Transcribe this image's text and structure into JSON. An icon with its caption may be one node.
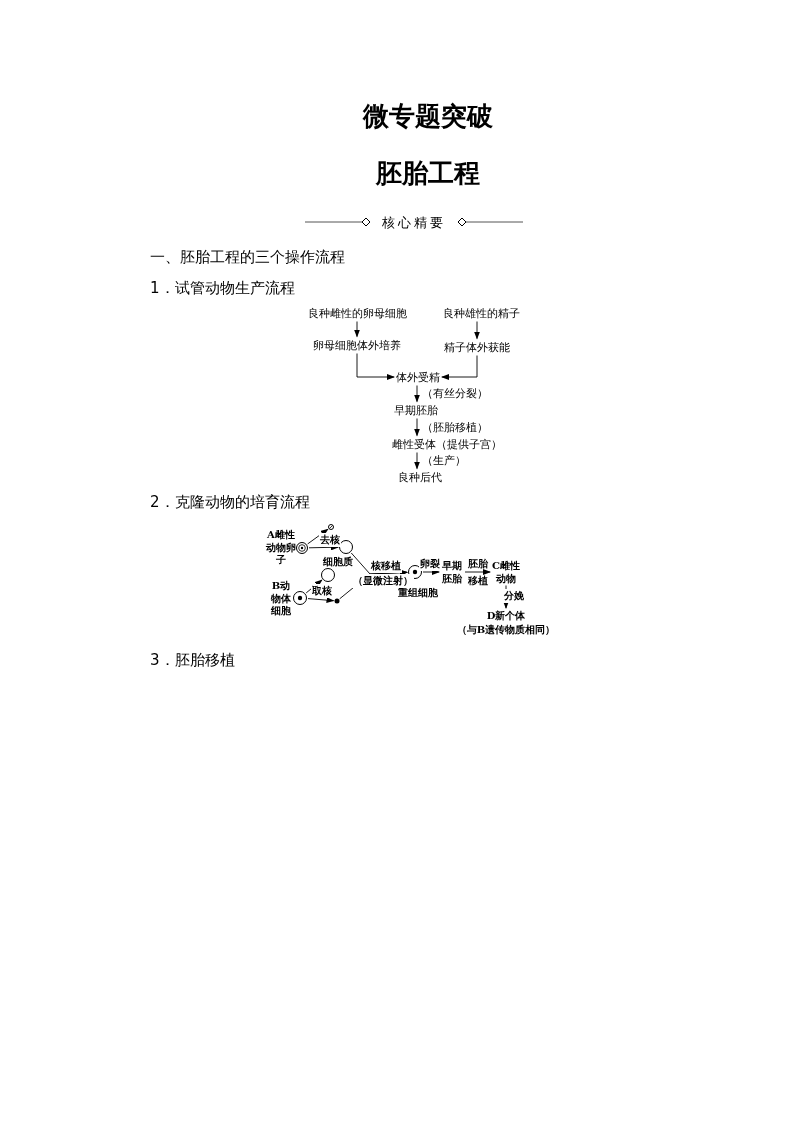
{
  "diagram": {
    "title": "微专题突破",
    "nodes": [
      {
        "text": [
          "良种雌性的卵母细胞"
        ]
      },
      {
        "text": [
          "良种雄性的精子"
        ]
      },
      {
        "text": [
          "卵母细胞体外培养"
        ]
      },
      {
        "text": [
          "精子体外获能"
        ]
      },
      {
        "text": [
          "体外受精"
        ]
      },
      {
        "text": [
          "早期胚胎"
        ]
      },
      {
        "text": [
          "雌性受体（提供子宫）"
        ]
      },
      {
        "text": [
          "良种后代"
        ]
      },
      {
        "text": [],
        "shape": "circle",
        "beside": [
          "A雌性动物卵子"
        ]
      },
      {
        "text": [],
        "shape": "circle"
      },
      {
        "text": [],
        "shape": "circle",
        "beside": [
          "细胞质"
        ]
      },
      {
        "text": [],
        "shape": "circle",
        "beside": [
          "B动物体细胞"
        ]
      },
      {
        "text": [],
        "shape": "circle"
      },
      {
        "text": [],
        "shape": "circle"
      },
      {
        "text": [],
        "shape": "circle",
        "beside": [
          "重组细胞"
        ]
      },
      {
        "text": [
          "早期胚胎"
        ]
      },
      {
        "text": [
          "C雌性动物"
        ]
      },
      {
        "text": [
          "D新个体",
          "（与B遗传物质相同）"
        ]
      }
    ],
    "edges": [
      {
        "from": 0,
        "to": 2,
        "arrow": "to"
      },
      {
        "from": 1,
        "to": 3,
        "arrow": "to"
      },
      {
        "from": 2,
        "to": 4,
        "arrow": "to"
      },
      {
        "from": 3,
        "to": 4,
        "arrow": "to"
      },
      {
        "from": 4,
        "to": 5,
        "arrow": "to",
        "label": "（有丝分裂）"
      },
      {
        "from": 5,
        "to": 6,
        "arrow": "to",
        "label": "（胚胎移植）"
      },
      {
        "from": 6,
        "to": 7,
        "arrow": "to",
        "label": "（生产）"
      },
      {
        "from": 8,
        "to": 9,
        "arrow": "to"
      },
      {
        "from": 8,
        "to": 10,
        "arrow": "to",
        "label": "去核"
      },
      {
        "from": 11,
        "to": 12,
        "arrow": "to"
      },
      {
        "from": 11,
        "to": 13,
        "arrow": "to",
        "label": "取核"
      },
      {
        "from": 10,
        "to": 14,
        "arrow": "to",
        "label": "核移植"
      },
      {
        "from": 13,
        "to": 14,
        "arrow": "to",
        "label": "（显微注射）"
      },
      {
        "from": 14,
        "to": 15,
        "arrow": "to",
        "label": "卵裂"
      },
      {
        "from": 15,
        "to": 16,
        "arrow": "to",
        "label": "胚胎移植"
      },
      {
        "from": 16,
        "to": 17,
        "arrow": "to",
        "label": "分娩"
      }
    ],
    "labels": [
      "胚胎工程",
      "核心精要",
      "一、胚胎工程的三个操作流程",
      "1．试管动物生产流程",
      "2．克隆动物的培育流程",
      "3．胚胎移植"
    ]
  }
}
